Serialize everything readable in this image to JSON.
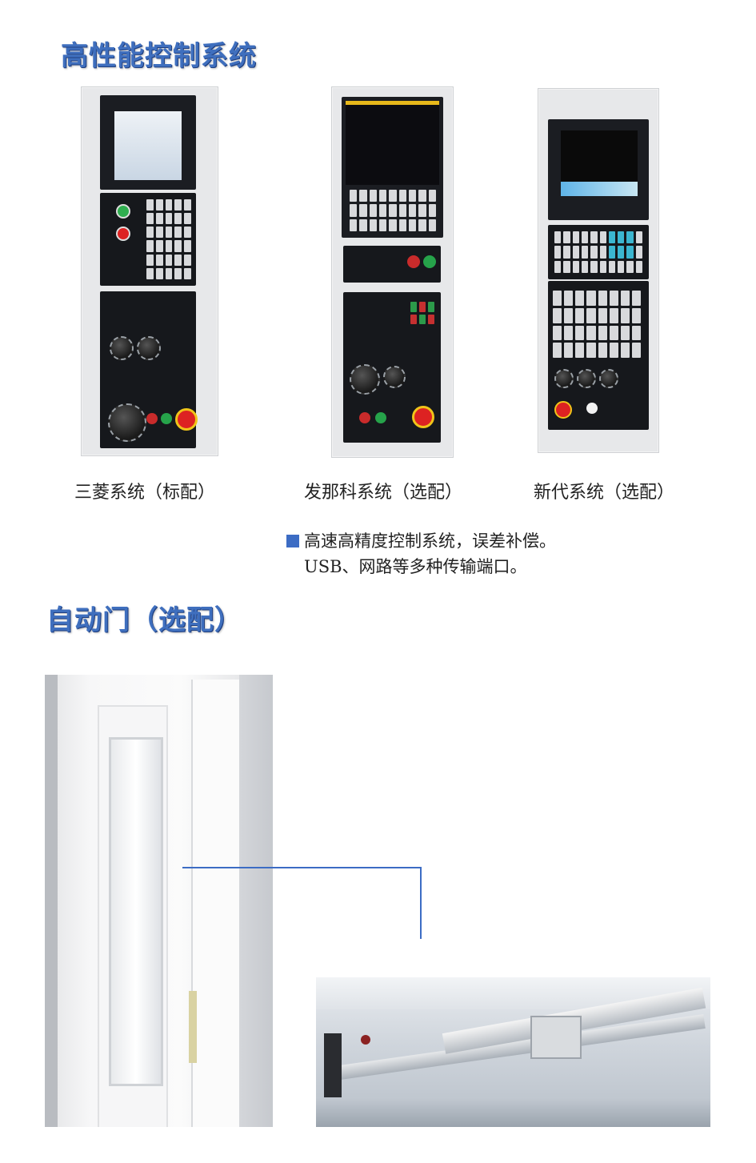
{
  "section1": {
    "title": "高性能控制系统"
  },
  "panels": [
    {
      "caption": "三菱系统（标配）"
    },
    {
      "caption": "发那科系统（选配）"
    },
    {
      "caption": "新代系统（选配）"
    }
  ],
  "description": {
    "line1": "高速高精度控制系统，误差补偿。",
    "line2": "USB、网路等多种传输端口。"
  },
  "section2": {
    "title": "自动门（选配）"
  },
  "colors": {
    "accent": "#3c6cc4",
    "heading": "#3f6fbe"
  },
  "icons": [
    "square-bullet-icon"
  ]
}
